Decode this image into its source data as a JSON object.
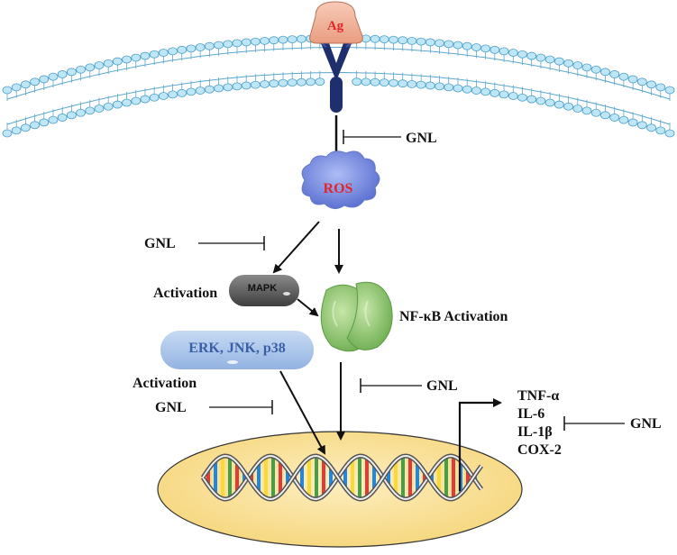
{
  "antigen": {
    "label": "Ag"
  },
  "ros": {
    "label": "ROS"
  },
  "mapk": {
    "label": "MAPK",
    "activation": "Activation"
  },
  "erk": {
    "label": "ERK, JNK, p38",
    "activation": "Activation"
  },
  "nfkb": {
    "label": "NF-κB Activation"
  },
  "inhibitors": {
    "receptor": "GNL",
    "mapk": "GNL",
    "erk": "GNL",
    "nfkb": "GNL",
    "cytokines": "GNL"
  },
  "cytokines": [
    "TNF-α",
    "IL-6",
    "IL-1β",
    "COX-2"
  ],
  "colors": {
    "membrane": "#7cc6e6",
    "receptor": "#1f2f6e",
    "antigen": "#f2b49a",
    "antigen_text": "#e0262b",
    "ros": "#7b8fe0",
    "ros_text": "#e0262b",
    "mapk": "#5a5a5a",
    "erk": "#a9c4e8",
    "erk_text": "#3b5fa6",
    "nfkb": "#8cc672",
    "nucleus": "#fbe39e",
    "dna_strand": "#888888"
  }
}
